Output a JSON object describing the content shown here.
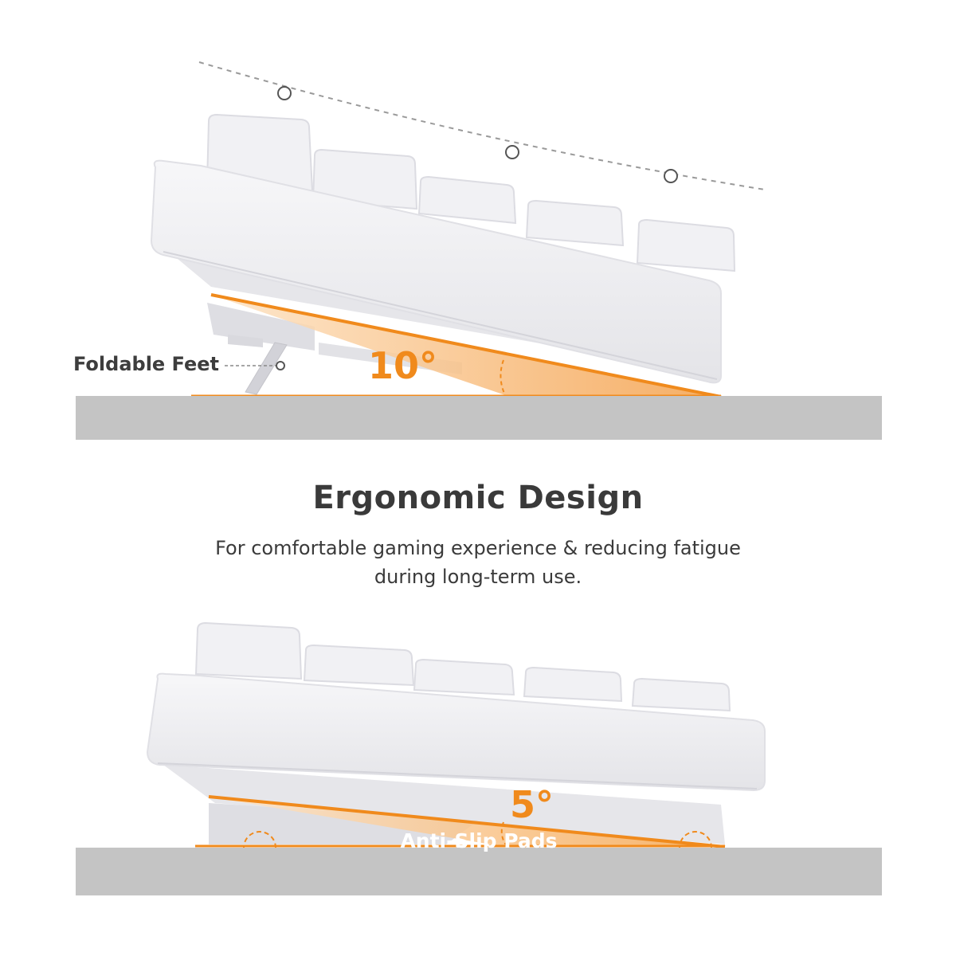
{
  "feet_label": "Foldable Feet",
  "angle_high": "10°",
  "title": "Ergonomic Design",
  "subtitle_line1": "For comfortable gaming experience & reducing fatigue",
  "subtitle_line2": "during long-term use.",
  "angle_low": "5°",
  "pads_label": "Anti-Slip Pads",
  "colors": {
    "accent": "#f08a1c",
    "surface": "#c4c4c4",
    "text": "#3a3a3a",
    "keyboard": "#f3f3f5"
  }
}
